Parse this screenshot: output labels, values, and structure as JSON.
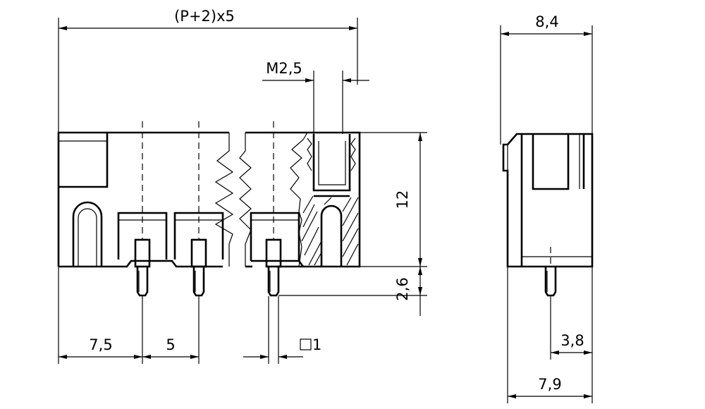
{
  "dimensions": {
    "overall_width": "(P+2)x5",
    "thread": "M2,5",
    "height": "12",
    "pin_length": "2,6",
    "first_offset": "7,5",
    "pitch": "5",
    "pin_square": "1",
    "depth_top": "8,4",
    "pin_offset_side": "3,8",
    "depth_bottom": "7,9"
  }
}
